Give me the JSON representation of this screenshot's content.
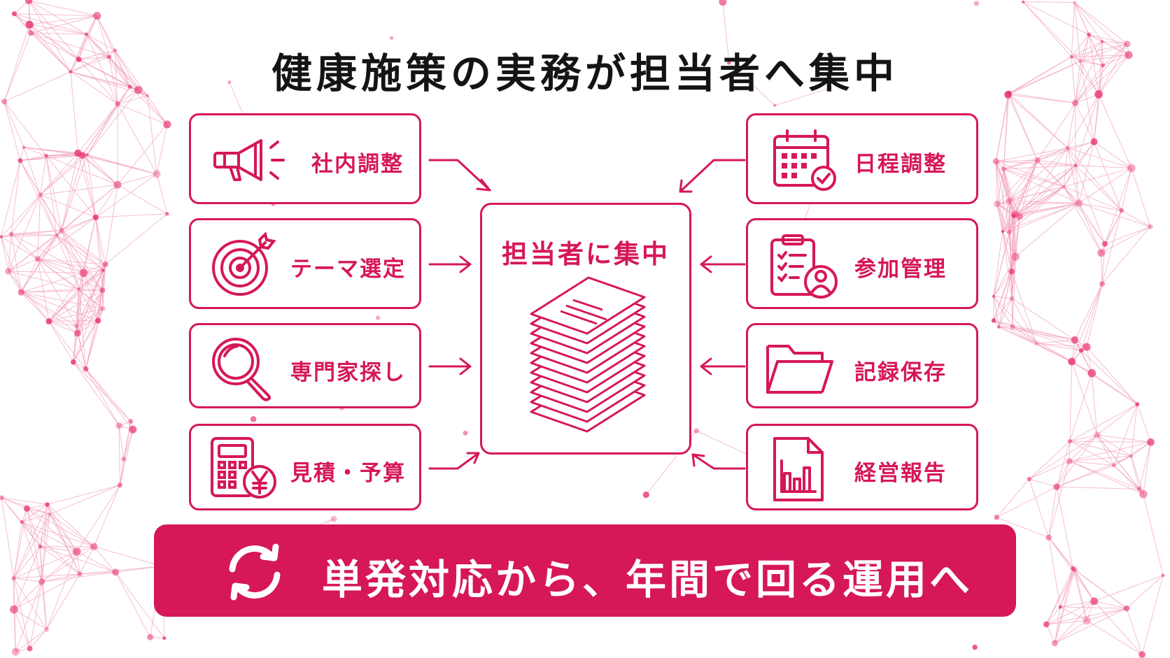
{
  "title": "健康施策の実務が担当者へ集中",
  "left_items": [
    {
      "label": "社内調整",
      "icon": "megaphone-icon"
    },
    {
      "label": "テーマ選定",
      "icon": "target-icon"
    },
    {
      "label": "専門家探し",
      "icon": "magnifier-icon"
    },
    {
      "label": "見積・予算",
      "icon": "calculator-yen-icon"
    }
  ],
  "right_items": [
    {
      "label": "日程調整",
      "icon": "calendar-check-icon"
    },
    {
      "label": "参加管理",
      "icon": "clipboard-user-icon"
    },
    {
      "label": "記録保存",
      "icon": "folder-icon"
    },
    {
      "label": "経営報告",
      "icon": "report-chart-icon"
    }
  ],
  "center": {
    "label": "担当者に集中",
    "icon": "document-stack-icon"
  },
  "banner": {
    "label": "単発対応から、年間で回る運用へ",
    "icon": "refresh-cycle-icon"
  },
  "colors": {
    "accent": "#d6175a",
    "title": "#141414",
    "background": "#ffffff"
  }
}
